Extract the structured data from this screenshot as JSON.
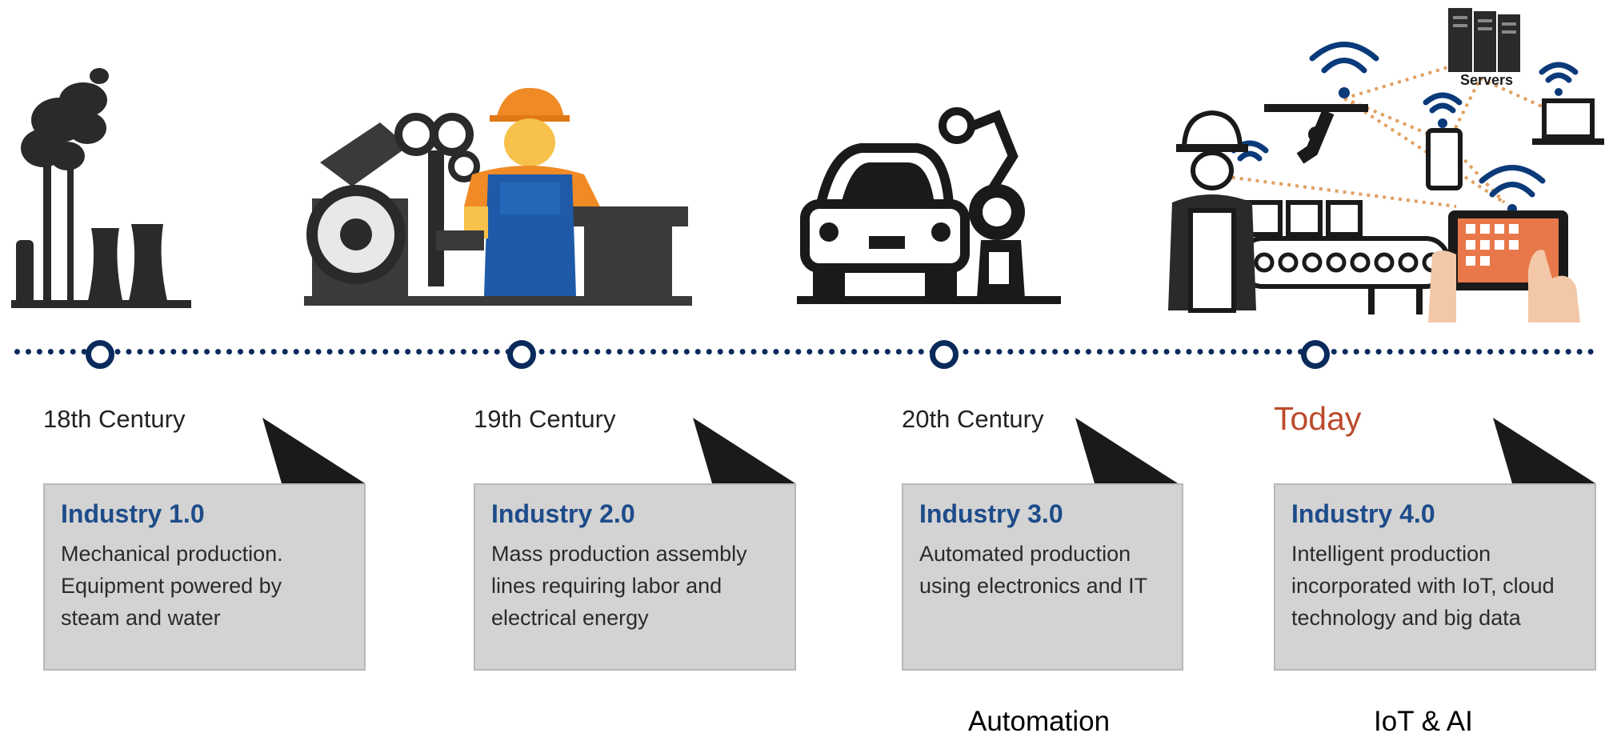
{
  "timeline": {
    "eras": [
      {
        "era": "18th Century",
        "title": "Industry 1.0",
        "lines": [
          "Mechanical production.",
          "Equipment powered by",
          "steam and water"
        ]
      },
      {
        "era": "19th Century",
        "title": "Industry 2.0",
        "lines": [
          "Mass production assembly",
          "lines requiring labor and",
          "electrical energy"
        ]
      },
      {
        "era": "20th Century",
        "title": "Industry 3.0",
        "lines": [
          "Automated production",
          "using electronics and IT"
        ]
      },
      {
        "era": "Today",
        "title": "Industry 4.0",
        "lines": [
          "Intelligent production",
          "incorporated with IoT, cloud",
          "technology and big data"
        ]
      }
    ]
  },
  "illustrations": {
    "servers_label": "Servers",
    "icons": [
      "factory-smokestack-icon",
      "robotic-arm-worker-icon",
      "car-robot-arm-icon",
      "iot-smart-factory-icon"
    ]
  },
  "captions": {
    "automation": "Automation",
    "iot_ai": "IoT & AI"
  },
  "colors": {
    "navy": "#0a2a5c",
    "title_blue": "#1d4c8a",
    "today_orange": "#bc4b2c",
    "card_gray": "#d3d3d3"
  }
}
